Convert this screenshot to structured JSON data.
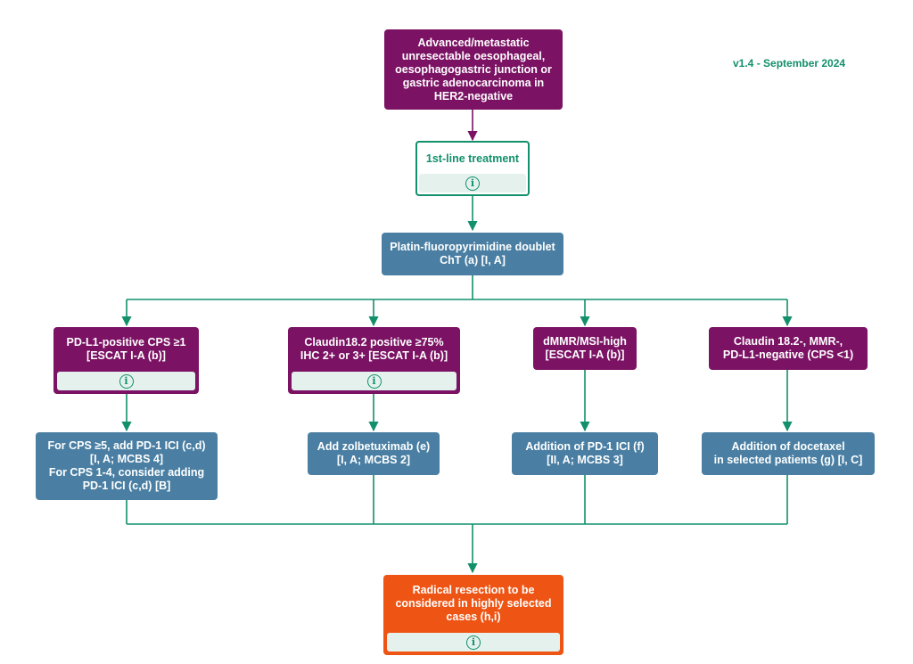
{
  "version": "v1.4 - September 2024",
  "top": {
    "text": "Advanced/metastatic\nunresectable oesophageal,\noesophagogastric junction or\ngastric adenocarcinoma in\nHER2-negative"
  },
  "first_line": {
    "title": "1st-line treatment"
  },
  "doublet": {
    "text": "Platin-fluoropyrimidine doublet\nChT (a) [I, A]"
  },
  "branches": [
    {
      "condition": "PD-L1-positive  CPS ≥1\n[ESCAT I-A (b)]",
      "treatment": "For CPS ≥5, add PD-1 ICI (c,d)\n[I, A; MCBS 4]\nFor CPS 1-4, consider adding\nPD-1 ICI (c,d) [B]"
    },
    {
      "condition": "Claudin18.2 positive ≥75%\nIHC 2+ or 3+ [ESCAT I-A (b)]",
      "treatment": "Add zolbetuximab (e)\n[I, A; MCBS 2]"
    },
    {
      "condition": "dMMR/MSI-high\n[ESCAT I-A (b)]",
      "treatment": "Addition of  PD-1 ICI (f)\n[II, A; MCBS 3]"
    },
    {
      "condition": "Claudin 18.2-, MMR-,\nPD-L1-negative  (CPS <1)",
      "treatment": "Addition of docetaxel\nin selected patients (g) [I, C]"
    }
  ],
  "resection": {
    "text": "Radical resection to be\nconsidered in highly selected\ncases (h,i)"
  },
  "info_icon": "i",
  "colors": {
    "purple": "#7b1263",
    "blue": "#4a7fa3",
    "green": "#12906b",
    "orange": "#ee5414",
    "info_bg": "#e4f1ec"
  }
}
